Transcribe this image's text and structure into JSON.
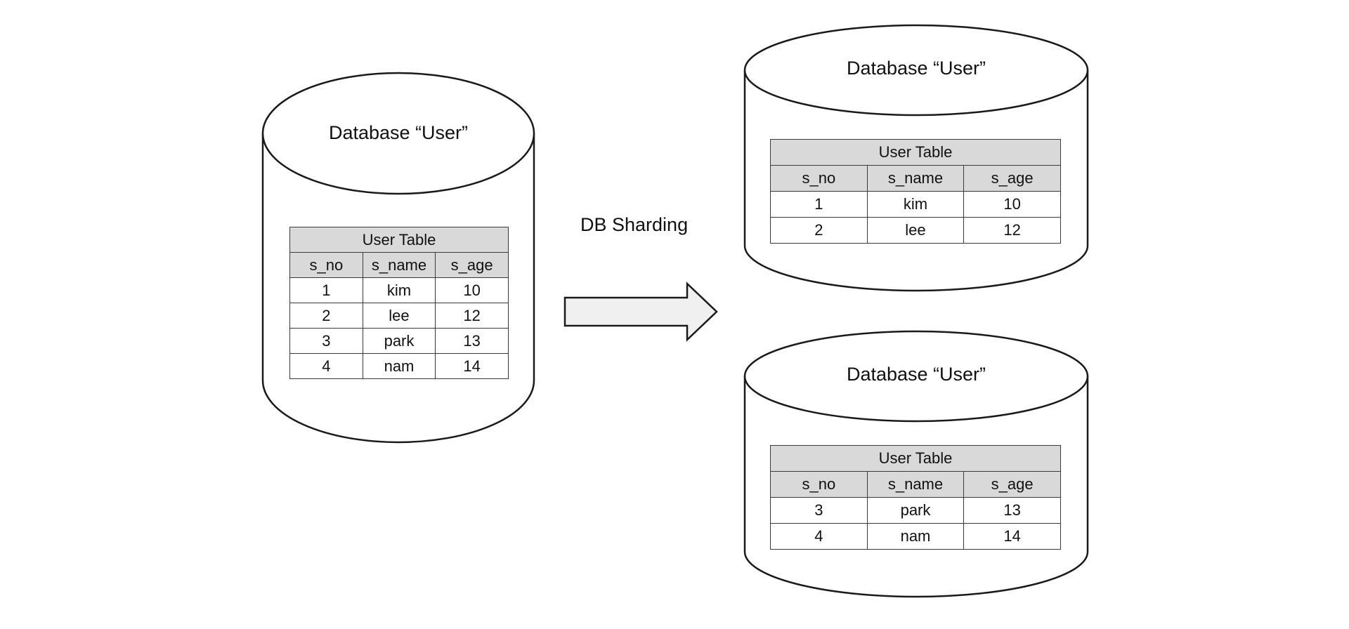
{
  "source_db": {
    "title": "Database “User”",
    "table": {
      "name": "User Table",
      "columns": [
        "s_no",
        "s_name",
        "s_age"
      ],
      "rows": [
        [
          "1",
          "kim",
          "10"
        ],
        [
          "2",
          "lee",
          "12"
        ],
        [
          "3",
          "park",
          "13"
        ],
        [
          "4",
          "nam",
          "14"
        ]
      ]
    }
  },
  "arrow_label": "DB Sharding",
  "shards": [
    {
      "title": "Database “User”",
      "table": {
        "name": "User Table",
        "columns": [
          "s_no",
          "s_name",
          "s_age"
        ],
        "rows": [
          [
            "1",
            "kim",
            "10"
          ],
          [
            "2",
            "lee",
            "12"
          ]
        ]
      }
    },
    {
      "title": "Database “User”",
      "table": {
        "name": "User Table",
        "columns": [
          "s_no",
          "s_name",
          "s_age"
        ],
        "rows": [
          [
            "3",
            "park",
            "13"
          ],
          [
            "4",
            "nam",
            "14"
          ]
        ]
      }
    }
  ],
  "colors": {
    "header_fill": "#d9d9d9",
    "arrow_fill": "#f0f0f0",
    "stroke": "#1a1a1a"
  }
}
